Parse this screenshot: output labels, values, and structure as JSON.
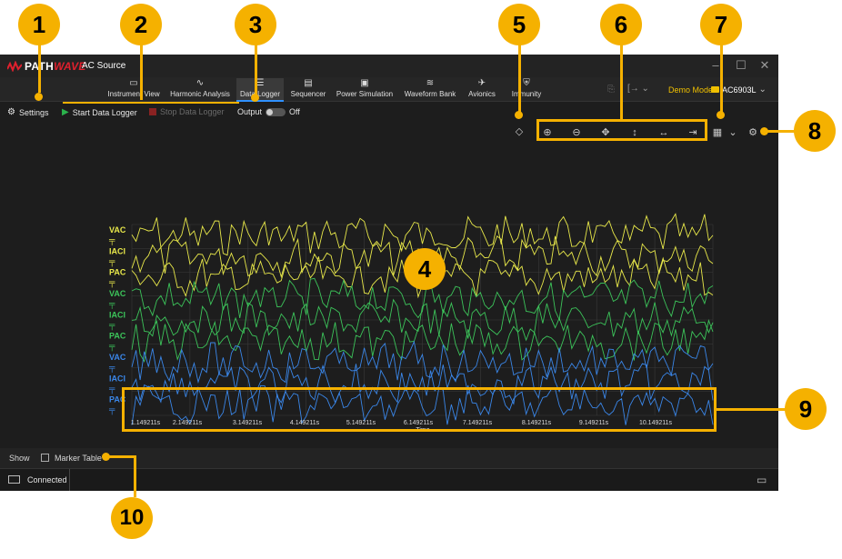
{
  "app": {
    "logo_text_a": "PATH",
    "logo_text_b": "WAVE",
    "title": "AC Source"
  },
  "tabs": [
    {
      "label": "Instrument View",
      "icon": "instrument-icon"
    },
    {
      "label": "Harmonic Analysis",
      "icon": "harmonic-icon"
    },
    {
      "label": "Data Logger",
      "icon": "datalogger-icon",
      "active": true
    },
    {
      "label": "Sequencer",
      "icon": "sequencer-icon"
    },
    {
      "label": "Power Simulation",
      "icon": "power-sim-icon"
    },
    {
      "label": "Waveform Bank",
      "icon": "waveform-bank-icon"
    },
    {
      "label": "Avionics",
      "icon": "avionics-icon"
    },
    {
      "label": "Immunity",
      "icon": "immunity-icon"
    }
  ],
  "header": {
    "demo_label": "Demo Mode:",
    "model": "AC6903L"
  },
  "toolbar": {
    "settings": "Settings",
    "start": "Start Data Logger",
    "stop": "Stop Data Logger",
    "output_label": "Output",
    "output_state": "Off"
  },
  "chart_data": {
    "type": "line",
    "xlabel": "Time",
    "x_ticks": [
      "1.149211s",
      "2.149211s",
      "3.149211s",
      "4.149211s",
      "5.149211s",
      "6.149211s",
      "7.149211s",
      "8.149211s",
      "9.149211s",
      "10.149211s"
    ],
    "series": [
      {
        "name": "VAC",
        "color": "#e8e84a"
      },
      {
        "name": "IACI",
        "color": "#e8e84a"
      },
      {
        "name": "PAC",
        "color": "#e8e84a"
      },
      {
        "name": "VAC",
        "color": "#3cc45a"
      },
      {
        "name": "IACI",
        "color": "#3cc45a"
      },
      {
        "name": "PAC",
        "color": "#3cc45a"
      },
      {
        "name": "VAC",
        "color": "#3a86e8"
      },
      {
        "name": "IACI",
        "color": "#3a86e8"
      },
      {
        "name": "PAC",
        "color": "#3a86e8"
      }
    ],
    "grid": true
  },
  "bottom": {
    "show_label": "Show",
    "marker_table": "Marker Table",
    "status": "Connected"
  },
  "callouts": [
    "1",
    "2",
    "3",
    "4",
    "5",
    "6",
    "7",
    "8",
    "9",
    "10"
  ],
  "colors": {
    "accent": "#f5b100",
    "active_tab": "#2f90ff",
    "brand_red": "#e0202e",
    "start_green": "#2bb24c",
    "stop_red": "#8a2222"
  }
}
